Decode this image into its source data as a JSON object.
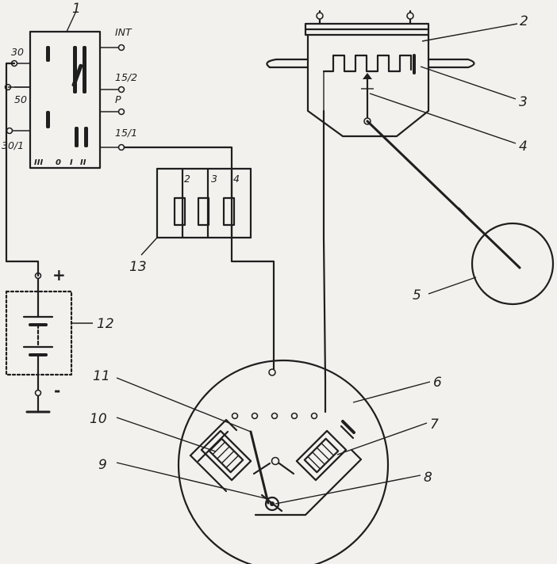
{
  "callouts": [
    "1",
    "2",
    "3",
    "4",
    "5",
    "6",
    "7",
    "8",
    "9",
    "10",
    "11",
    "12",
    "13"
  ],
  "switch_terminals": [
    "30",
    "50",
    "30/1",
    "INT",
    "15/2",
    "P",
    "15/1"
  ],
  "switch_positions": [
    "III",
    "0",
    "I",
    "II"
  ],
  "fuse_numbers": [
    "2",
    "3",
    "4"
  ],
  "battery": {
    "plus": "+",
    "minus": "-"
  }
}
